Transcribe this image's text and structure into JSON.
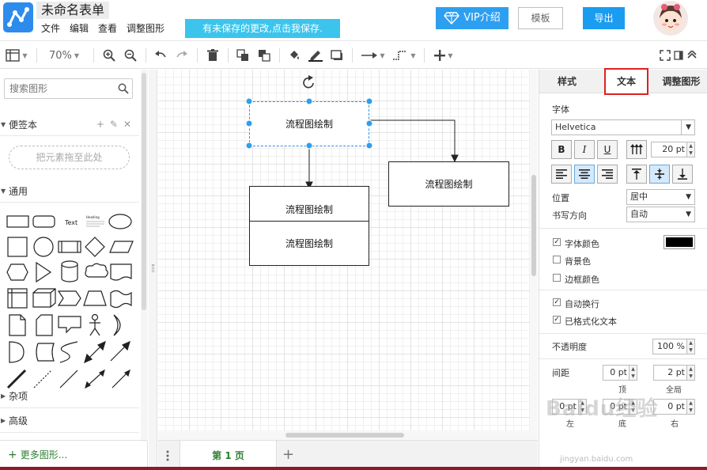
{
  "header": {
    "title": "未命名表单",
    "menu": [
      "文件",
      "编辑",
      "查看",
      "调整图形"
    ],
    "save_notice": "有未保存的更改,点击我保存.",
    "vip_label": "VIP介绍",
    "template_label": "模板",
    "export_label": "导出"
  },
  "toolbar": {
    "zoom": "70%"
  },
  "left_panel": {
    "search_placeholder": "搜索图形",
    "scratchpad_title": "便签本",
    "drop_hint": "把元素拖至此处",
    "general_title": "通用",
    "misc_title": "杂项",
    "advanced_title": "高级",
    "more_shapes": "更多图形...",
    "text_shape_label": "Text",
    "heading_shape_label": "Heading"
  },
  "canvas": {
    "shapes": [
      "流程图绘制",
      "流程图绘制",
      "流程图绘制",
      "流程图绘制"
    ]
  },
  "pages": {
    "current": "第 1 页"
  },
  "right_panel": {
    "tabs": [
      "样式",
      "文本",
      "调整图形"
    ],
    "font_label": "字体",
    "font_family": "Helvetica",
    "font_size": "20 pt",
    "position_label": "位置",
    "position_value": "居中",
    "writing_dir_label": "书写方向",
    "writing_dir_value": "自动",
    "font_color_label": "字体颜色",
    "bg_color_label": "背景色",
    "border_color_label": "边框颜色",
    "auto_wrap_label": "自动换行",
    "formatted_text_label": "已格式化文本",
    "opacity_label": "不透明度",
    "opacity_value": "100 %",
    "spacing_label": "间距",
    "spacing_top": "0 pt",
    "spacing_global": "2 pt",
    "spacing_left": "0 pt",
    "spacing_bottom": "0 pt",
    "spacing_right": "0 pt",
    "top_label": "顶",
    "global_label": "全局",
    "left_label": "左",
    "bottom_label": "底",
    "right_label": "右",
    "font_color_value": "#000000"
  },
  "watermark": {
    "main": "Baidu经验",
    "sub": "jingyan.baidu.com"
  }
}
